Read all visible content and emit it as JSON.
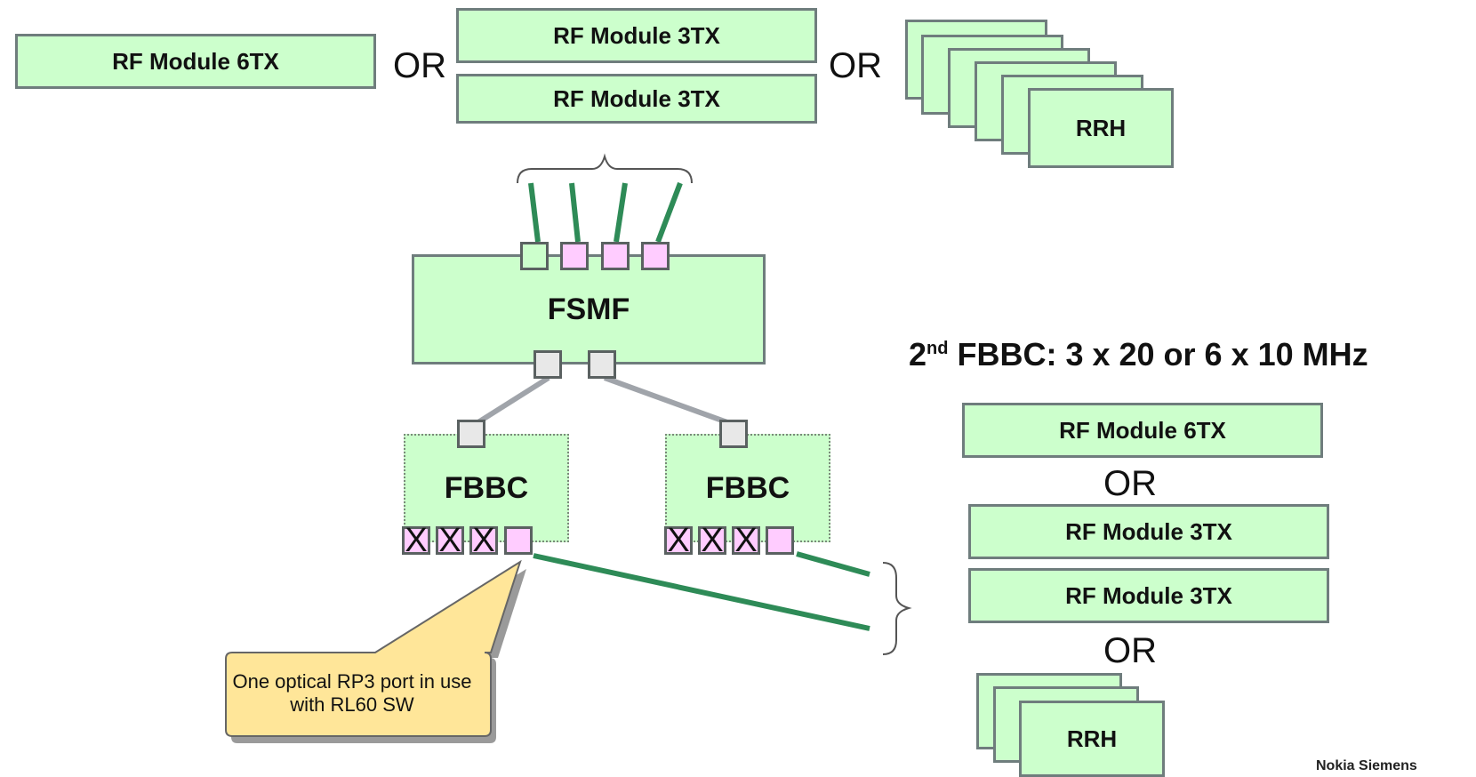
{
  "top_row": {
    "rf_module_6tx": "RF Module 6TX",
    "or_1": "OR",
    "rf_module_3tx_a": "RF Module 3TX",
    "rf_module_3tx_b": "RF Module 3TX",
    "or_2": "OR",
    "rrh": "RRH"
  },
  "fsmf": {
    "label": "FSMF"
  },
  "fbbc_left": {
    "label": "FBBC",
    "disabled_port_mark": "X"
  },
  "fbbc_right": {
    "label": "FBBC",
    "disabled_port_mark": "X"
  },
  "second_fbbc": {
    "heading_prefix": "2",
    "heading_sup": "nd",
    "heading_rest": " FBBC: 3 x 20 or 6 x 10 MHz",
    "rf_module_6tx": "RF Module 6TX",
    "or_1": "OR",
    "rf_module_3tx_a": "RF Module 3TX",
    "rf_module_3tx_b": "RF Module 3TX",
    "or_2": "OR",
    "rrh": "RRH"
  },
  "callout": {
    "text": "One optical RP3 port in use with RL60 SW"
  },
  "logo": {
    "text": "Nokia Siemens"
  },
  "colors": {
    "module_fill": "#ccffcc",
    "port_pink": "#ffccff",
    "port_grey": "#e8e8e8",
    "link_green": "#2e8b57",
    "link_grey": "#a0a4aa",
    "callout_fill": "#ffe699"
  }
}
